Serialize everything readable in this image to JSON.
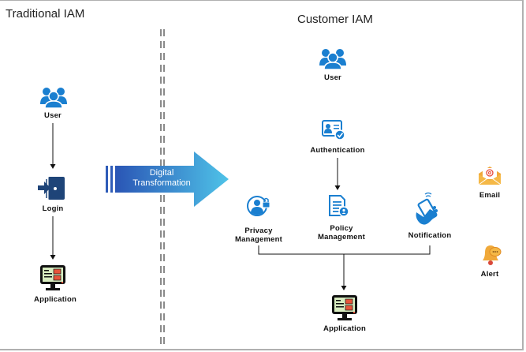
{
  "left_section": {
    "title": "Traditional IAM",
    "nodes": {
      "user": {
        "label": "User",
        "icon": "users-group-icon"
      },
      "login": {
        "label": "Login",
        "icon": "door-login-icon"
      },
      "application": {
        "label": "Application",
        "icon": "monitor-app-icon"
      }
    }
  },
  "transition": {
    "label_line1": "Digital",
    "label_line2": "Transformation"
  },
  "right_section": {
    "title": "Customer IAM",
    "nodes": {
      "user": {
        "label": "User",
        "icon": "users-group-icon"
      },
      "authentication": {
        "label": "Authentication",
        "icon": "id-card-check-icon"
      },
      "privacy": {
        "label_line1": "Privacy",
        "label_line2": "Management",
        "icon": "user-lock-icon"
      },
      "policy": {
        "label_line1": "Policy",
        "label_line2": "Management",
        "icon": "document-user-icon"
      },
      "notification": {
        "label": "Notification",
        "icon": "phone-hand-icon"
      },
      "email": {
        "label": "Email",
        "icon": "envelope-at-icon"
      },
      "alert": {
        "label": "Alert",
        "icon": "bell-chat-icon"
      },
      "application": {
        "label": "Application",
        "icon": "monitor-app-icon"
      }
    }
  },
  "colors": {
    "blue": "#1a7fd0",
    "navy": "#1e4478",
    "orange": "#f0a93a",
    "app_green": "#d8ecc0",
    "app_red": "#e8543a",
    "divider": "#888888"
  }
}
